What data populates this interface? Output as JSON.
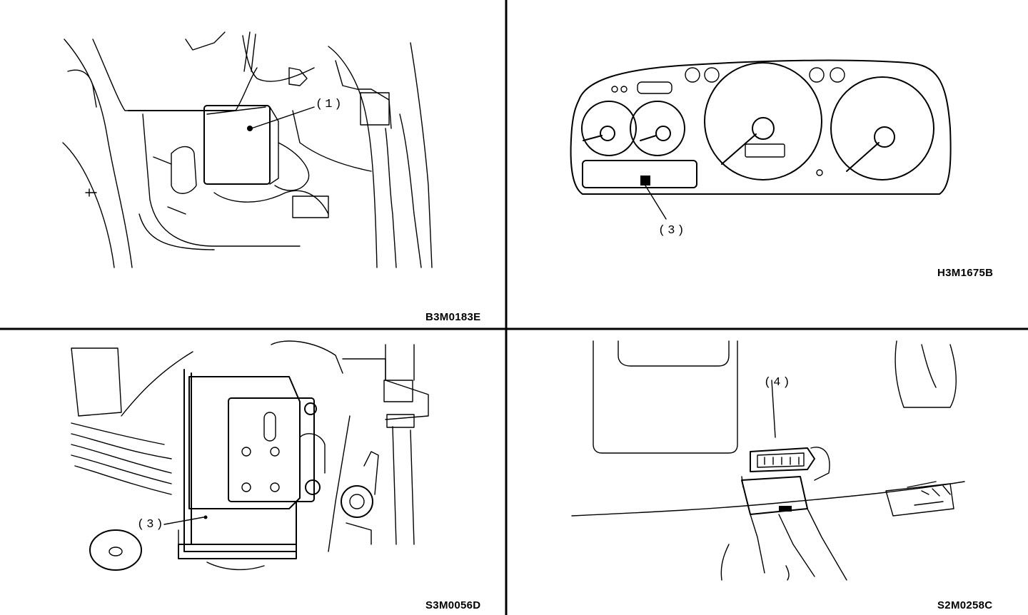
{
  "panels": [
    {
      "code": "B3M0183E",
      "callout": "(1)"
    },
    {
      "code": "H3M1675B",
      "callout": "(3)"
    },
    {
      "code": "S3M0056D",
      "callout": "(3)"
    },
    {
      "code": "S2M0258C",
      "callout": "(4)"
    }
  ]
}
